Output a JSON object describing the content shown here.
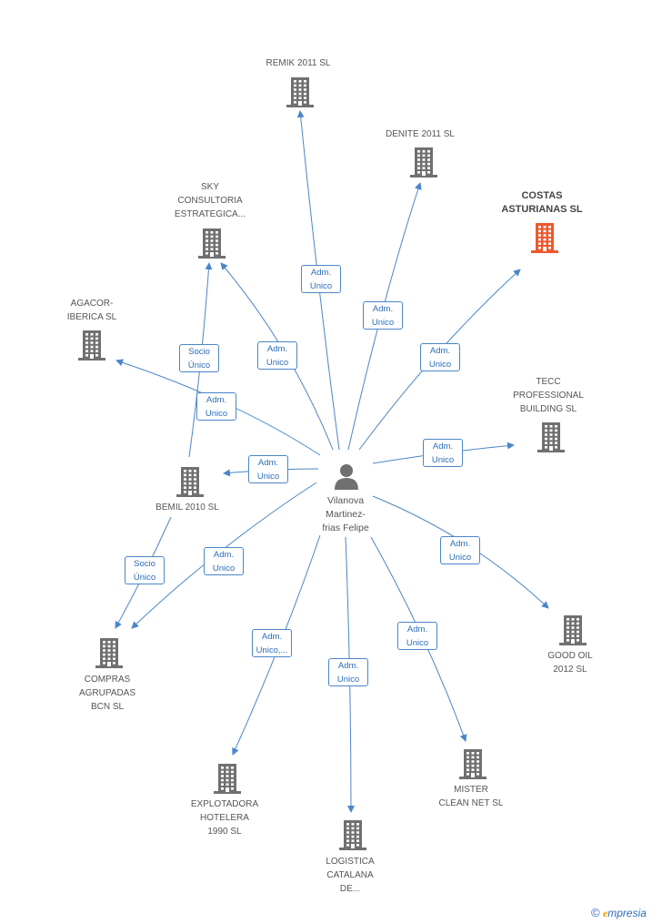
{
  "center": {
    "name": "Vilanova\nMartinez-\nfrias Felipe"
  },
  "nodes": [
    {
      "id": "remik",
      "label": "REMIK 2011 SL"
    },
    {
      "id": "denite",
      "label": "DENITE 2011 SL"
    },
    {
      "id": "costas",
      "label": "COSTAS\nASTURIANAS SL",
      "highlight": true,
      "color": "#f0582c"
    },
    {
      "id": "sky",
      "label": "SKY\nCONSULTORIA\nESTRATEGICA..."
    },
    {
      "id": "agacor",
      "label": "AGACOR-\nIBERICA  SL"
    },
    {
      "id": "tecc",
      "label": "TECC\nPROFESSIONAL\nBUILDING SL"
    },
    {
      "id": "bemil",
      "label": "BEMIL 2010 SL"
    },
    {
      "id": "compras",
      "label": "COMPRAS\nAGRUPADAS\nBCN SL"
    },
    {
      "id": "goodoil",
      "label": "GOOD OIL\n2012 SL"
    },
    {
      "id": "explotadora",
      "label": "EXPLOTADORA\nHOTELERA\n1990 SL"
    },
    {
      "id": "logistica",
      "label": "LOGISTICA\nCATALANA\nDE..."
    },
    {
      "id": "mister",
      "label": "MISTER\nCLEAN NET SL"
    }
  ],
  "edges": [
    {
      "id": "e-remik",
      "label": "Adm.\nUnico"
    },
    {
      "id": "e-denite",
      "label": "Adm.\nUnico"
    },
    {
      "id": "e-costas",
      "label": "Adm.\nUnico"
    },
    {
      "id": "e-sky",
      "label": "Adm.\nUnico"
    },
    {
      "id": "e-agacor",
      "label": "Adm.\nUnico"
    },
    {
      "id": "e-bemil-sky",
      "label": "Socio\nÚnico"
    },
    {
      "id": "e-tecc",
      "label": "Adm.\nUnico"
    },
    {
      "id": "e-bemil",
      "label": "Adm.\nUnico"
    },
    {
      "id": "e-bemil-compras",
      "label": "Socio\nÚnico"
    },
    {
      "id": "e-compras",
      "label": "Adm.\nUnico"
    },
    {
      "id": "e-goodoil",
      "label": "Adm.\nUnico"
    },
    {
      "id": "e-explotadora",
      "label": "Adm.\nUnico,..."
    },
    {
      "id": "e-logistica",
      "label": "Adm.\nUnico"
    },
    {
      "id": "e-mister",
      "label": "Adm.\nUnico"
    }
  ],
  "colors": {
    "edge": "#4a86c8",
    "building": "#707070",
    "highlight": "#f0582c"
  },
  "footer": {
    "copyright": "©",
    "brand_initial": "e",
    "brand_rest": "mpresia"
  }
}
